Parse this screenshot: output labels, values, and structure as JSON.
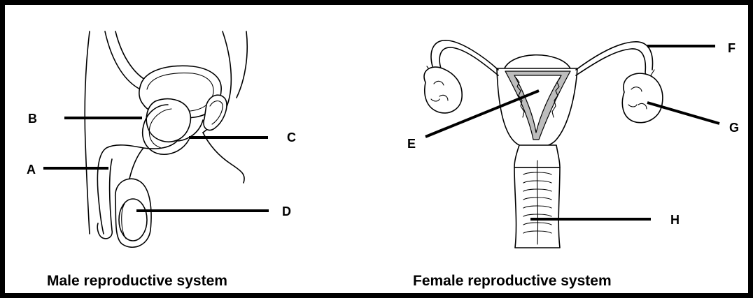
{
  "male": {
    "caption": "Male reproductive system",
    "labels": {
      "A": "A",
      "B": "B",
      "C": "C",
      "D": "D"
    }
  },
  "female": {
    "caption": "Female reproductive system",
    "labels": {
      "E": "E",
      "F": "F",
      "G": "G",
      "H": "H"
    }
  }
}
